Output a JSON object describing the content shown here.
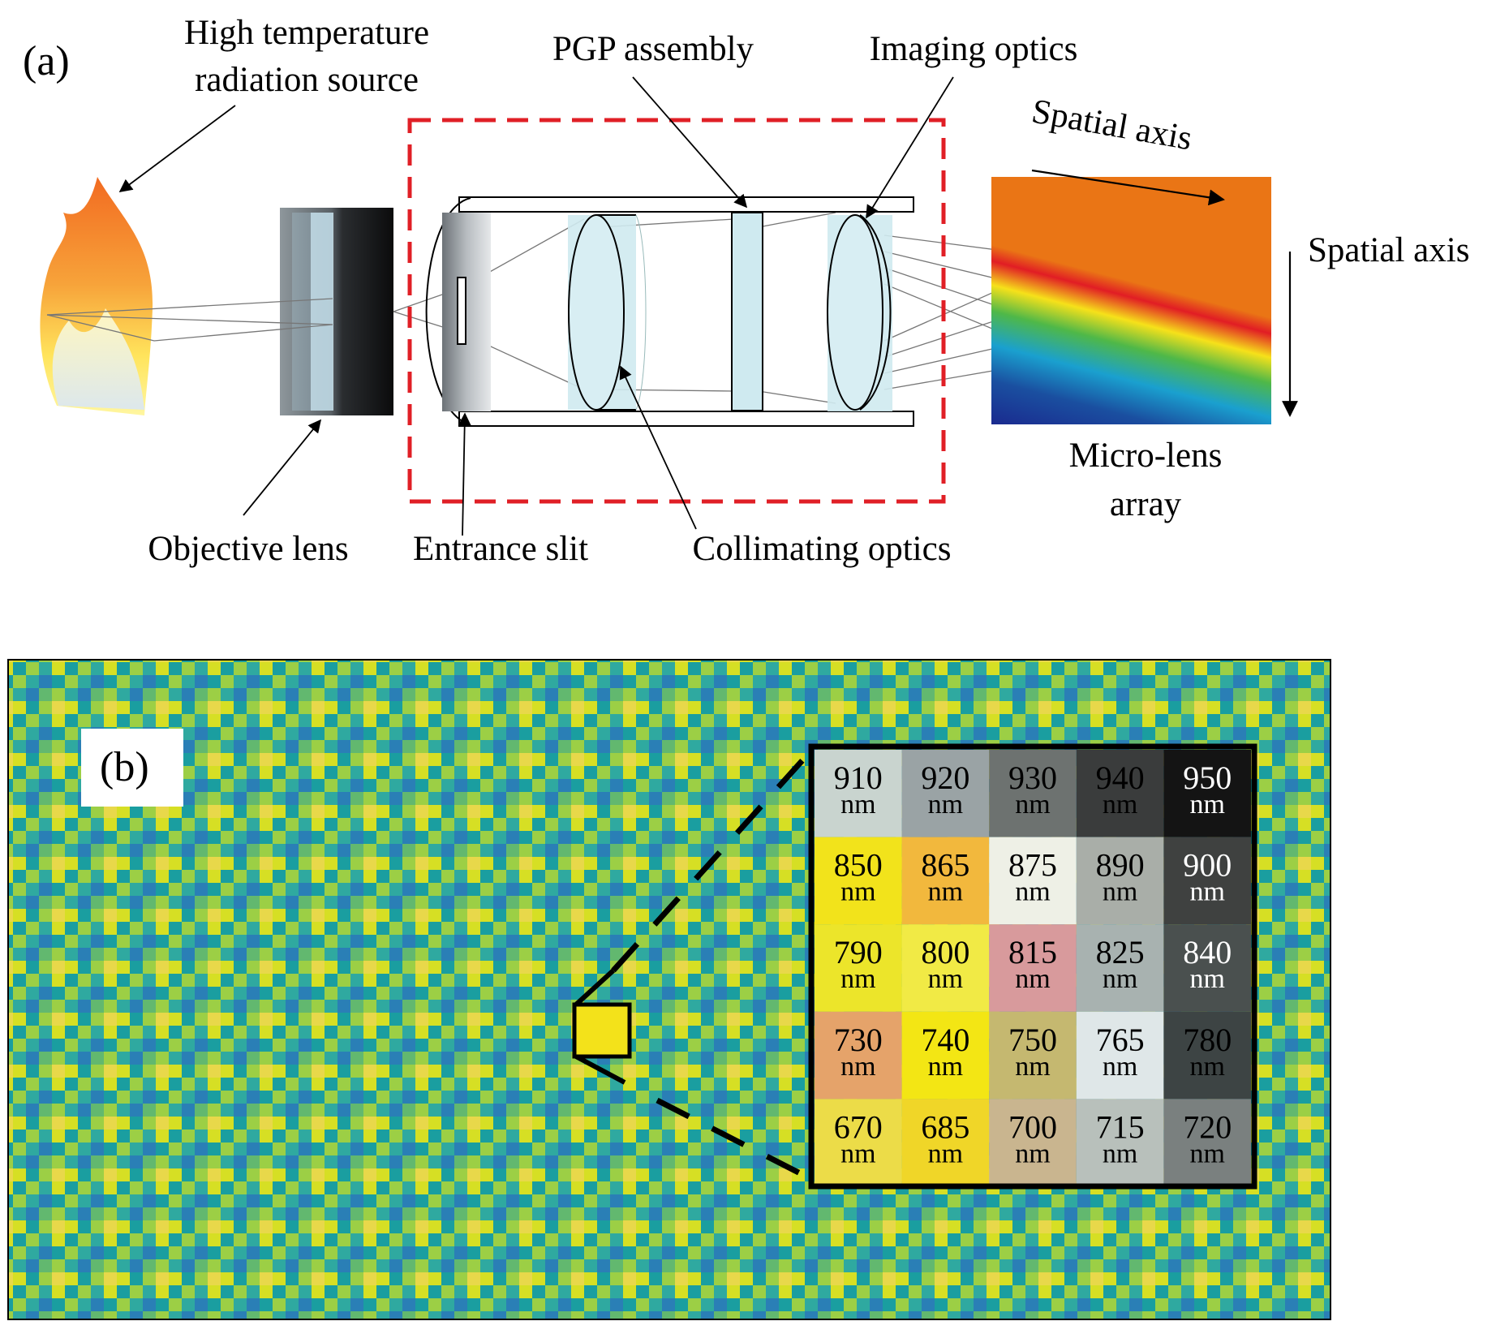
{
  "panel_a": {
    "label": "(a)",
    "labels": {
      "source_line1": "High temperature",
      "source_line2": "radiation source",
      "pgp": "PGP assembly",
      "imaging": "Imaging optics",
      "spatial_axis_1": "Spatial axis",
      "spatial_axis_2": "Spatial axis",
      "objective": "Objective lens",
      "slit": "Entrance slit",
      "collimating": "Collimating optics",
      "mla_line1": "Micro-lens",
      "mla_line2": "array"
    },
    "colors": {
      "box_dash": "#e01f26",
      "flame_outer": "#f58220",
      "flame_inner": "#fff36a",
      "lens_blue": "#cfeaf0"
    }
  },
  "panel_b": {
    "label": "(b)",
    "grid": {
      "rows": [
        [
          "910",
          "920",
          "930",
          "940",
          "950"
        ],
        [
          "850",
          "865",
          "875",
          "890",
          "900"
        ],
        [
          "790",
          "800",
          "815",
          "825",
          "840"
        ],
        [
          "730",
          "740",
          "750",
          "765",
          "780"
        ],
        [
          "670",
          "685",
          "700",
          "715",
          "720"
        ]
      ],
      "unit": "nm",
      "cell_colors": [
        [
          "#c9d4cf",
          "#9aa3a5",
          "#6d7270",
          "#3a3c3c",
          "#141414"
        ],
        [
          "#f2e31b",
          "#f2b83d",
          "#eef0e6",
          "#a9aea8",
          "#3f4140"
        ],
        [
          "#ece52a",
          "#f1ea45",
          "#d89a9c",
          "#a8b2b0",
          "#4a504f"
        ],
        [
          "#e5a36a",
          "#f3e614",
          "#c5b870",
          "#dfe7e8",
          "#3d4444"
        ],
        [
          "#ecdc48",
          "#f0d628",
          "#c9b58f",
          "#b8c0bb",
          "#7a807f"
        ]
      ],
      "light_text_cells": [
        "950",
        "900",
        "840"
      ]
    },
    "mosaic_colors": [
      "#1a9ea0",
      "#f0e21e",
      "#2fa9a0",
      "#d6df24",
      "#62b86f",
      "#9ccf45",
      "#e8d84a",
      "#2a7fb6"
    ]
  }
}
